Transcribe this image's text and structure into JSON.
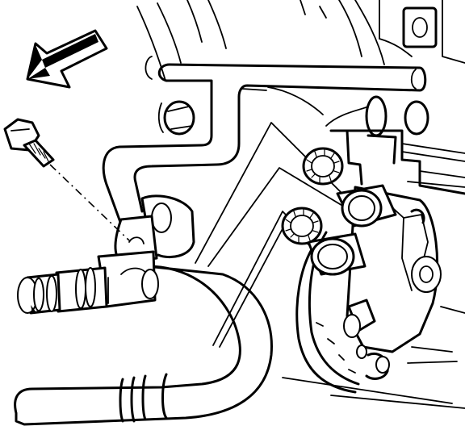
{
  "diagram": {
    "kind": "technical line illustration",
    "parts": [
      "direction-arrow",
      "mounting-bolt",
      "hose-clamp-bracket",
      "upper-refrigerant-hose",
      "lower-refrigerant-hose",
      "hose-fitting-end",
      "sealing-washer-upper",
      "sealing-washer-lower",
      "compressor-port-upper",
      "compressor-port-lower",
      "compressor-body",
      "engine-block"
    ],
    "colors": {
      "line": "#000000",
      "background": "#ffffff"
    }
  }
}
